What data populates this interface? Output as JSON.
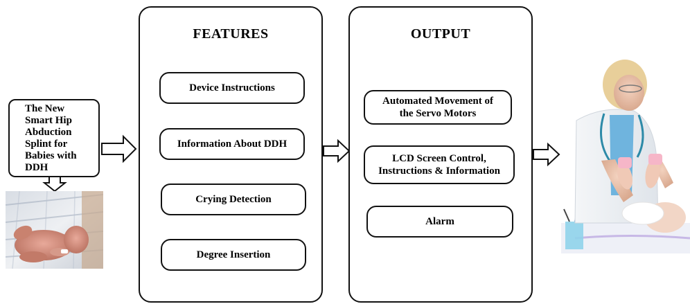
{
  "input": {
    "lines": [
      "The New",
      "Smart Hip",
      "Abduction",
      "Splint for",
      "Babies with",
      "DDH"
    ]
  },
  "features": {
    "title": "FEATURES",
    "items": [
      "Device Instructions",
      "Information About DDH",
      "Crying Detection",
      "Degree Insertion"
    ]
  },
  "output": {
    "title": "OUTPUT",
    "items": [
      [
        "Automated Movement of",
        "the Servo Motors"
      ],
      [
        "LCD Screen Control,",
        "Instructions & Information"
      ],
      [
        "Alarm"
      ]
    ]
  },
  "images": {
    "newborn_photo": "newborn baby lying on hospital blanket",
    "doctor_photo": "doctor examining baby's hips"
  },
  "colors": {
    "stroke": "#111111",
    "background": "#ffffff"
  }
}
